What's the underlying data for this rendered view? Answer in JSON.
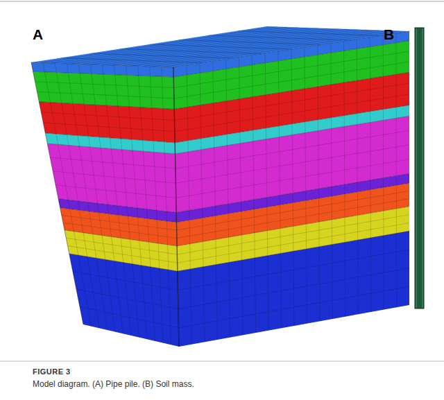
{
  "diagram": {
    "caption": "Model diagram. (A) Pipe pile. (B) Soil mass.",
    "labels": [
      "A",
      "B",
      "FIGURE 3"
    ]
  }
}
